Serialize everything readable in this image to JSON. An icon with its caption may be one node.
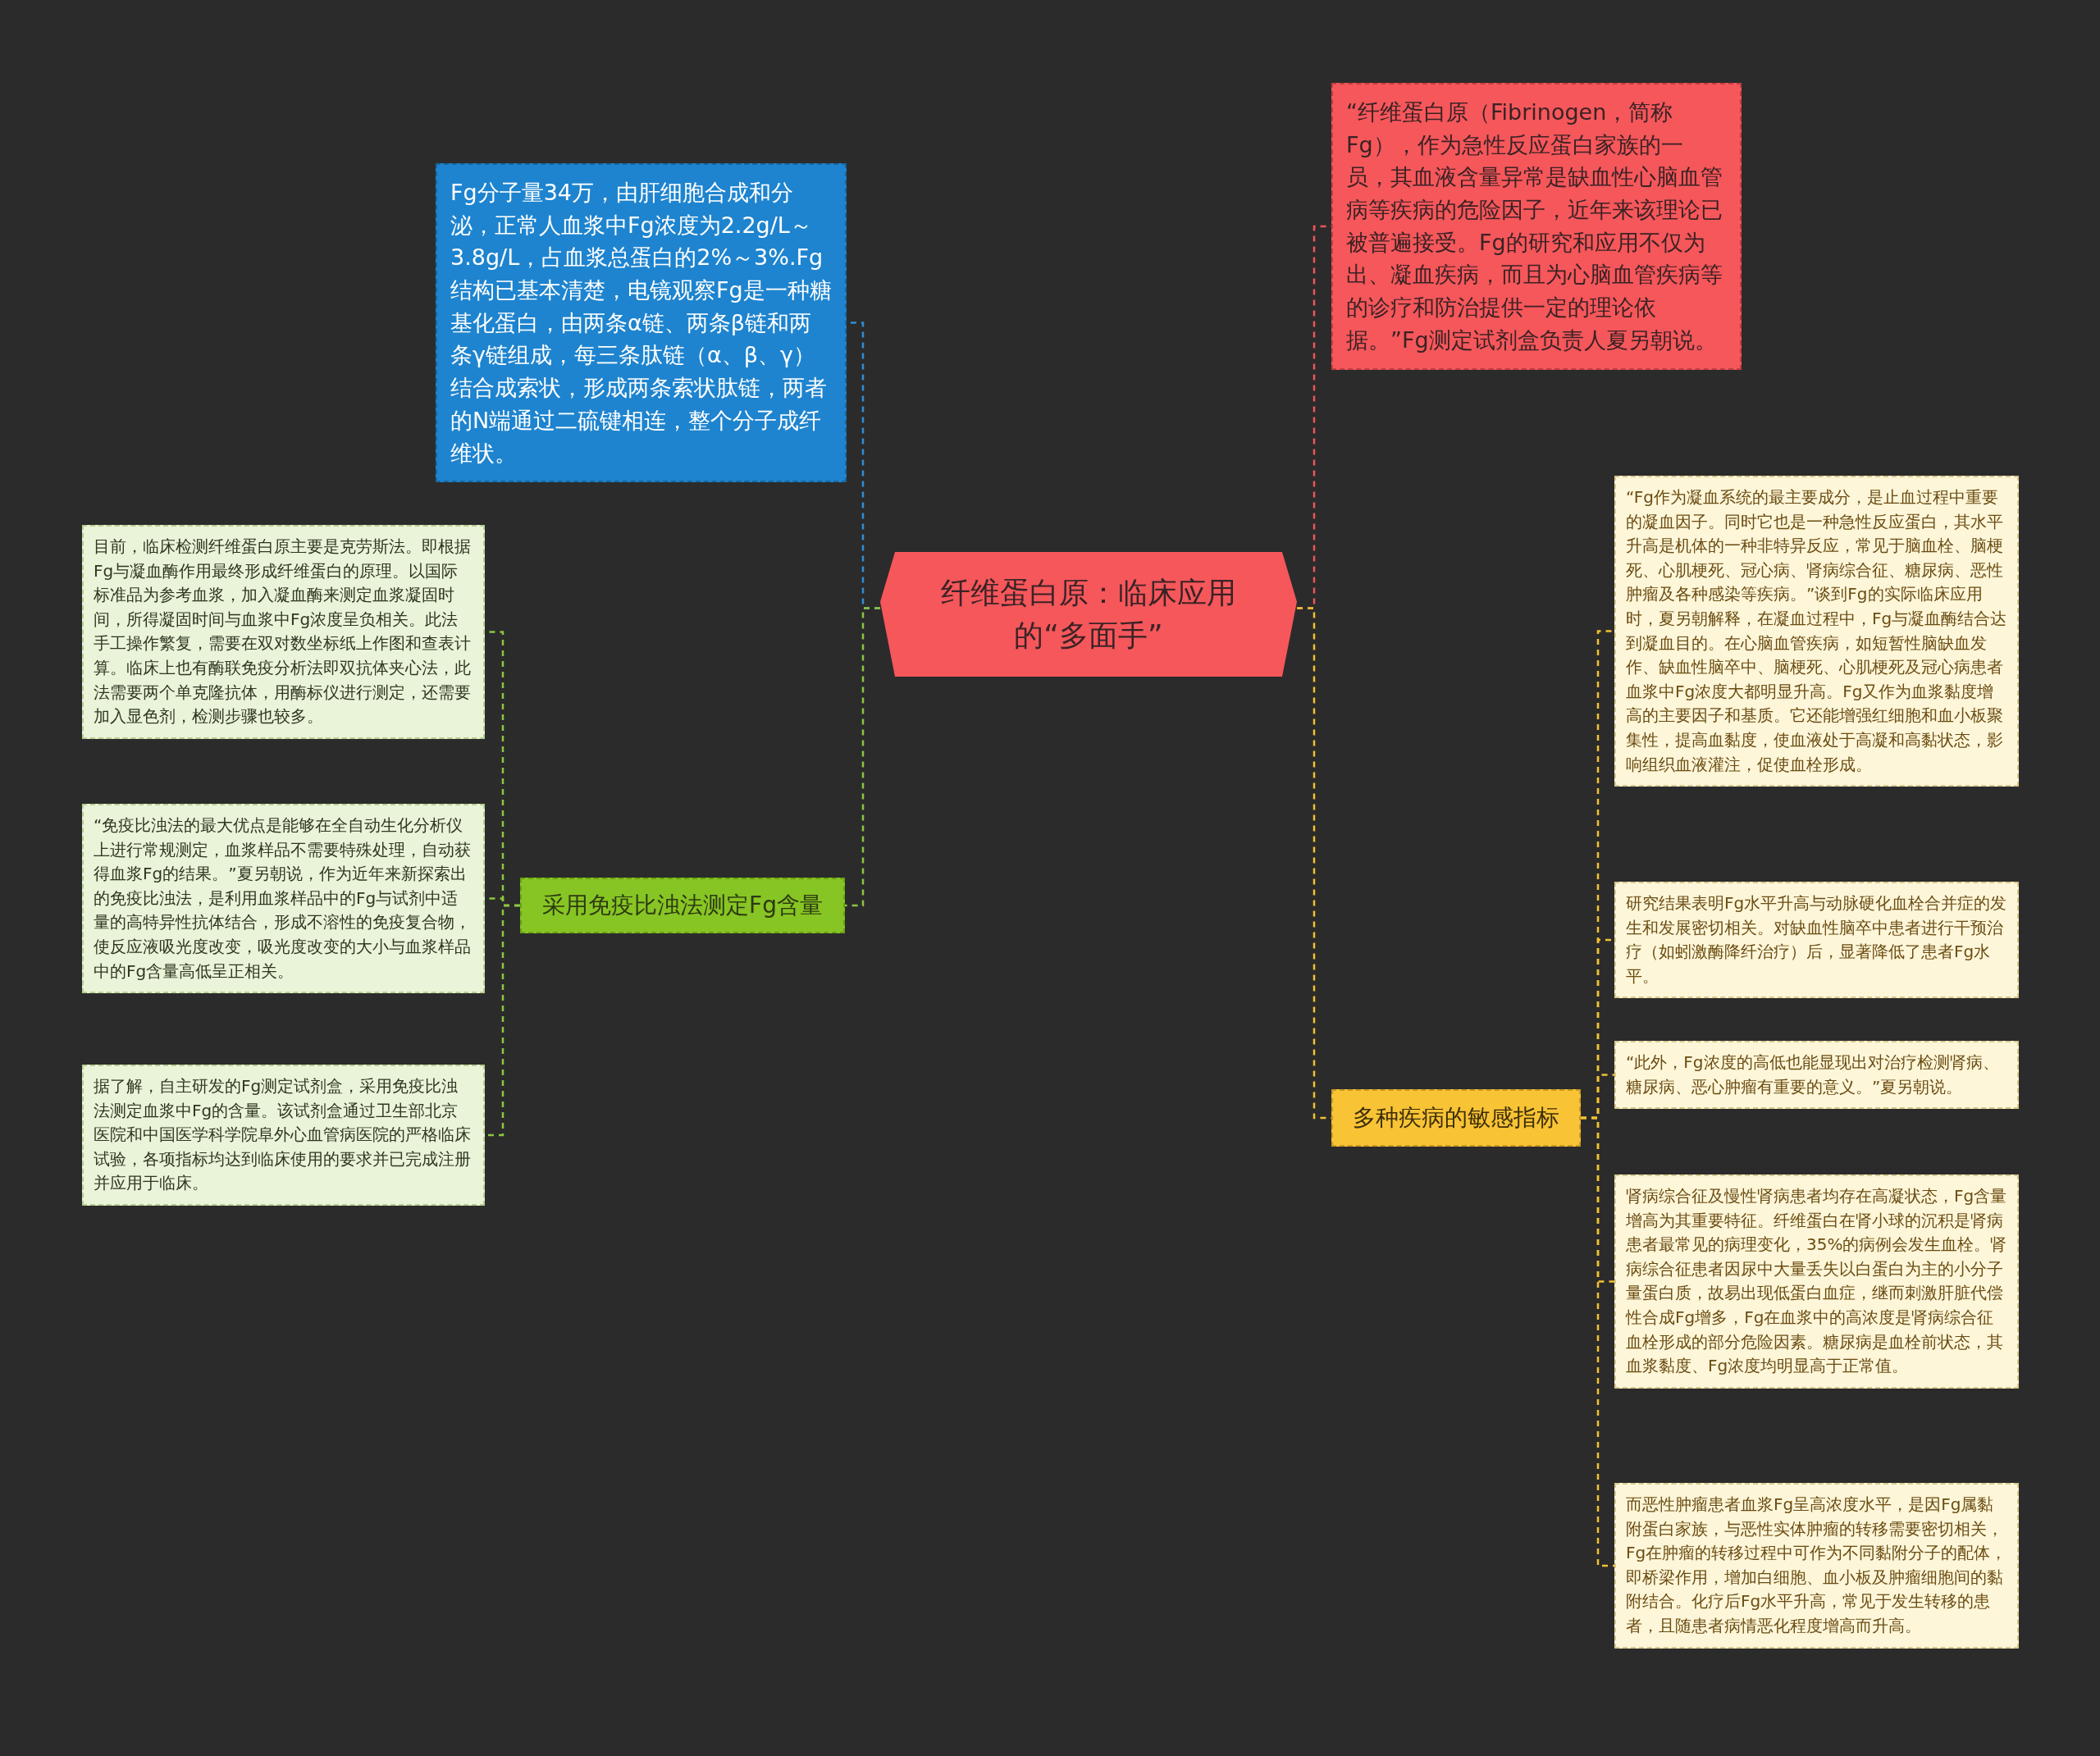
{
  "diagram": {
    "nodes": [
      {
        "text": [
          "纤维蛋白原：临床应用的“多面手”"
        ]
      },
      {
        "text": [
          "Fg分子量34万，由肝细胞合成和分泌，正常人血浆中Fg浓度为2.2g/L～3.8g/L，占血浆总蛋白的2%～3%.Fg结构已基本清楚，电镜观察Fg是一种糖基化蛋白，由两条α链、两条β链和两条γ链组成，每三条肽链（α、β、γ）结合成索状，形成两条索状肽链，两者的N端通过二硫键相连，整个分子成纤维状。"
        ]
      },
      {
        "text": [
          "采用免疫比浊法测定Fg含量"
        ]
      },
      {
        "text": [
          "目前，临床检测纤维蛋白原主要是克劳斯法。即根据Fg与凝血酶作用最终形成纤维蛋白的原理。以国际标准品为参考血浆，加入凝血酶来测定血浆凝固时间，所得凝固时间与血浆中Fg浓度呈负相关。此法手工操作繁复，需要在双对数坐标纸上作图和查表计算。临床上也有酶联免疫分析法即双抗体夹心法，此法需要两个单克隆抗体，用酶标仪进行测定，还需要加入显色剂，检测步骤也较多。"
        ]
      },
      {
        "text": [
          "“免疫比浊法的最大优点是能够在全自动生化分析仪上进行常规测定，血浆样品不需要特殊处理，自动获得血浆Fg的结果。”夏另朝说，作为近年来新探索出的免疫比浊法，是利用血浆样品中的Fg与试剂中适量的高特异性抗体结合，形成不溶性的免疫复合物，使反应液吸光度改变，吸光度改变的大小与血浆样品中的Fg含量高低呈正相关。"
        ]
      },
      {
        "text": [
          "据了解，自主研发的Fg测定试剂盒，采用免疫比浊法测定血浆中Fg的含量。该试剂盒通过卫生部北京医院和中国医学科学院阜外心血管病医院的严格临床试验，各项指标均达到临床使用的要求并已完成注册并应用于临床。"
        ]
      },
      {
        "text": [
          "“纤维蛋白原（Fibrinogen，简称Fg），作为急性反应蛋白家族的一员，其血液含量异常是缺血性心脑血管病等疾病的危险因子，近年来该理论已被普遍接受。Fg的研究和应用不仅为出、凝血疾病，而且为心脑血管疾病等的诊疗和防治提供一定的理论依据。”Fg测定试剂盒负责人夏另朝说。"
        ]
      },
      {
        "text": [
          "多种疾病的敏感指标"
        ]
      },
      {
        "text": [
          "“Fg作为凝血系统的最主要成分，是止血过程中重要的凝血因子。同时它也是一种急性反应蛋白，其水平升高是机体的一种非特异反应，常见于脑血栓、脑梗死、心肌梗死、冠心病、肾病综合征、糖尿病、恶性肿瘤及各种感染等疾病。”谈到Fg的实际临床应用时，夏另朝解释，在凝血过程中，Fg与凝血酶结合达到凝血目的。在心脑血管疾病，如短暂性脑缺血发作、缺血性脑卒中、脑梗死、心肌梗死及冠心病患者血浆中Fg浓度大都明显升高。Fg又作为血浆黏度增高的主要因子和基质。它还能增强红细胞和血小板聚集性，提高血黏度，使血液处于高凝和高黏状态，影响组织血液灌注，促使血栓形成。"
        ]
      },
      {
        "text": [
          "研究结果表明Fg水平升高与动脉硬化血栓合并症的发生和发展密切相关。对缺血性脑卒中患者进行干预治疗（如蚓激酶降纤治疗）后，显著降低了患者Fg水平。"
        ]
      },
      {
        "text": [
          "“此外，Fg浓度的高低也能显现出对治疗检测肾病、糖尿病、恶心肿瘤有重要的意义。”夏另朝说。"
        ]
      },
      {
        "text": [
          "肾病综合征及慢性肾病患者均存在高凝状态，Fg含量增高为其重要特征。纤维蛋白在肾小球的沉积是肾病患者最常见的病理变化，35%的病例会发生血栓。肾病综合征患者因尿中大量丢失以白蛋白为主的小分子量蛋白质，故易出现低蛋白血症，继而刺激肝脏代偿性合成Fg增多，Fg在血浆中的高浓度是肾病综合征血栓形成的部分危险因素。糖尿病是血栓前状态，其血浆黏度、Fg浓度均明显高于正常值。"
        ]
      },
      {
        "text": [
          "而恶性肿瘤患者血浆Fg呈高浓度水平，是因Fg属黏附蛋白家族，与恶性实体肿瘤的转移需要密切相关，Fg在肿瘤的转移过程中可作为不同黏附分子的配体，即桥梁作用，增加白细胞、血小板及肿瘤细胞间的黏附结合。化疗后Fg水平升高，常见于发生转移的患者，且随患者病情恶化程度增高而升高。"
        ]
      }
    ],
    "edges": [
      {
        "from": 0,
        "to": 1,
        "arrow": "none",
        "style": "dashed",
        "color": "#2f8fd6"
      },
      {
        "from": 0,
        "to": 2,
        "arrow": "none",
        "style": "dashed",
        "color": "#8cc63f"
      },
      {
        "from": 2,
        "to": 3,
        "arrow": "none",
        "style": "dashed",
        "color": "#8cc63f"
      },
      {
        "from": 2,
        "to": 4,
        "arrow": "none",
        "style": "dashed",
        "color": "#8cc63f"
      },
      {
        "from": 2,
        "to": 5,
        "arrow": "none",
        "style": "dashed",
        "color": "#8cc63f"
      },
      {
        "from": 0,
        "to": 6,
        "arrow": "none",
        "style": "dashed",
        "color": "#f0555a"
      },
      {
        "from": 0,
        "to": 7,
        "arrow": "none",
        "style": "dashed"
      },
      {
        "from": 7,
        "to": 8,
        "arrow": "none",
        "style": "dashed"
      },
      {
        "from": 7,
        "to": 9,
        "arrow": "none",
        "style": "dashed"
      },
      {
        "from": 7,
        "to": 10,
        "arrow": "none",
        "style": "dashed"
      },
      {
        "from": 7,
        "to": 11,
        "arrow": "none",
        "style": "dashed"
      },
      {
        "from": 7,
        "to": 12,
        "arrow": "none",
        "style": "dashed"
      }
    ]
  }
}
